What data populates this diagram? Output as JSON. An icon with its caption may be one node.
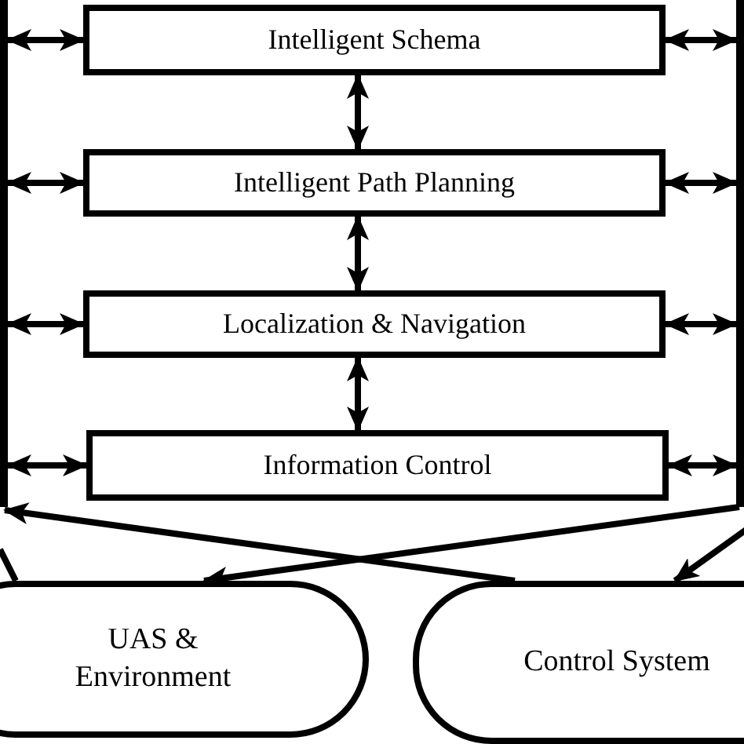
{
  "diagram": {
    "nodes": [
      {
        "text": [],
        "shape": "bar"
      },
      {
        "text": [],
        "shape": "bar"
      },
      {
        "text": [
          "Intelligent Schema"
        ]
      },
      {
        "text": [
          "Intelligent Path Planning"
        ]
      },
      {
        "text": [
          "Localization & Navigation"
        ]
      },
      {
        "text": [
          "Information Control"
        ]
      },
      {
        "text": [
          "UAS & Environment"
        ]
      },
      {
        "text": [
          "Control System"
        ]
      }
    ],
    "edges": [
      {
        "from": 2,
        "to": 3,
        "arrow": "both"
      },
      {
        "from": 3,
        "to": 4,
        "arrow": "both"
      },
      {
        "from": 4,
        "to": 5,
        "arrow": "both"
      },
      {
        "from": 0,
        "to": 2,
        "arrow": "both"
      },
      {
        "from": 0,
        "to": 3,
        "arrow": "both"
      },
      {
        "from": 0,
        "to": 4,
        "arrow": "both"
      },
      {
        "from": 0,
        "to": 5,
        "arrow": "both"
      },
      {
        "from": 1,
        "to": 2,
        "arrow": "both"
      },
      {
        "from": 1,
        "to": 3,
        "arrow": "both"
      },
      {
        "from": 1,
        "to": 4,
        "arrow": "both"
      },
      {
        "from": 1,
        "to": 5,
        "arrow": "both"
      },
      {
        "from": 7,
        "to": 0,
        "arrow": "to"
      },
      {
        "from": 1,
        "to": 6,
        "arrow": "to"
      },
      {
        "from": null,
        "to": 7,
        "arrow": "to"
      },
      {
        "from": 6,
        "to": null,
        "arrow": "none"
      }
    ]
  }
}
